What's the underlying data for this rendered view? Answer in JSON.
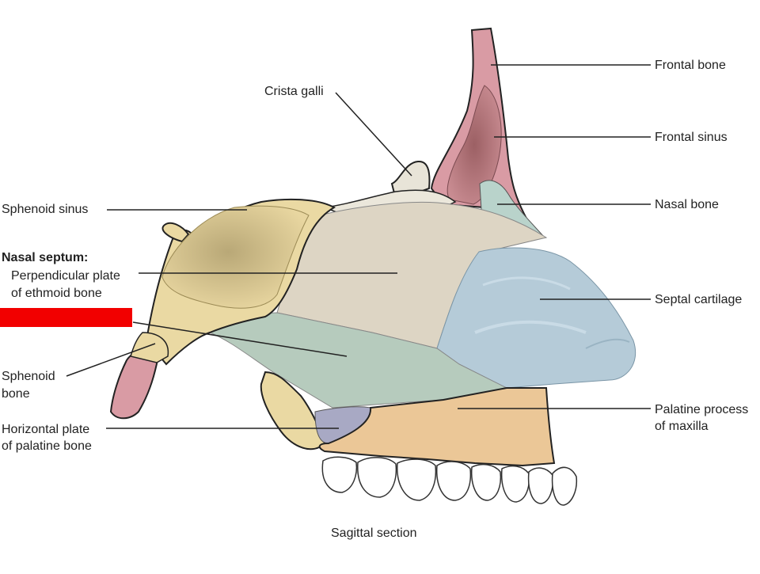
{
  "labels": {
    "frontal_bone": "Frontal bone",
    "frontal_sinus": "Frontal sinus",
    "nasal_bone": "Nasal bone",
    "septal_cartilage": "Septal cartilage",
    "palatine_process_1": "Palatine process",
    "palatine_process_2": "of maxilla",
    "crista_galli": "Crista galli",
    "sphenoid_sinus": "Sphenoid sinus",
    "nasal_septum": "Nasal septum:",
    "perpendicular_1": "Perpendicular plate",
    "perpendicular_2": "of ethmoid bone",
    "sphenoid_bone_1": "Sphenoid",
    "sphenoid_bone_2": "bone",
    "horizontal_plate_1": "Horizontal plate",
    "horizontal_plate_2": "of palatine bone"
  },
  "caption": "Sagittal section",
  "colors": {
    "bone_tan": "#ead9a3",
    "bone_pink": "#d99ba4",
    "ethmoid_beige": "#ddd5c4",
    "vomer_green": "#b6cbbd",
    "cartilage_blue": "#b5cbd8",
    "maxilla_orange": "#ebc797",
    "palatine_lilac": "#a8a9c4",
    "redaction_red": "#f20000"
  }
}
